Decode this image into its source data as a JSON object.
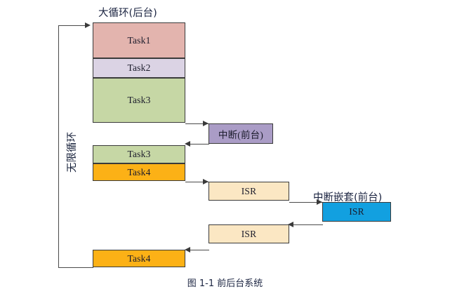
{
  "diagram": {
    "title_top": "大循环(后台)",
    "loop_label": "无限循环",
    "interrupt_label": "中断(前台)",
    "nested_interrupt_label": "中断嵌套(前台)",
    "footer_caption": "图 1-1  前后台系统",
    "colors": {
      "task1": "#e3b4ae",
      "task2": "#dbd3e4",
      "task3": "#c6d7a5",
      "task4": "#fcb116",
      "interrupt": "#aa9cc6",
      "isr": "#fbe7c3",
      "isr_nested": "#12a0e0",
      "stroke": "#3a3a3a",
      "text": "#1b1b2b",
      "white": "#ffffff"
    },
    "background_blocks": [
      {
        "id": "task1-first",
        "label": "Task1",
        "color_key": "task1"
      },
      {
        "id": "task2-first",
        "label": "Task2",
        "color_key": "task2"
      },
      {
        "id": "task3-first",
        "label": "Task3",
        "color_key": "task3"
      },
      {
        "id": "gap-1",
        "label": "",
        "color_key": "white"
      },
      {
        "id": "task3-resume",
        "label": "Task3",
        "color_key": "task3"
      },
      {
        "id": "task4-first",
        "label": "Task4",
        "color_key": "task4"
      },
      {
        "id": "gap-2",
        "label": "",
        "color_key": "white"
      },
      {
        "id": "task4-resume",
        "label": "Task4",
        "color_key": "task4"
      }
    ],
    "foreground_blocks": [
      {
        "id": "interrupt-box",
        "label": "中断(前台)",
        "color_key": "interrupt"
      },
      {
        "id": "isr-upper",
        "label": "ISR",
        "color_key": "isr"
      },
      {
        "id": "isr-gap",
        "label": "",
        "color_key": "white"
      },
      {
        "id": "isr-lower",
        "label": "ISR",
        "color_key": "isr"
      },
      {
        "id": "isr-nested",
        "label": "ISR",
        "color_key": "isr_nested"
      }
    ]
  }
}
